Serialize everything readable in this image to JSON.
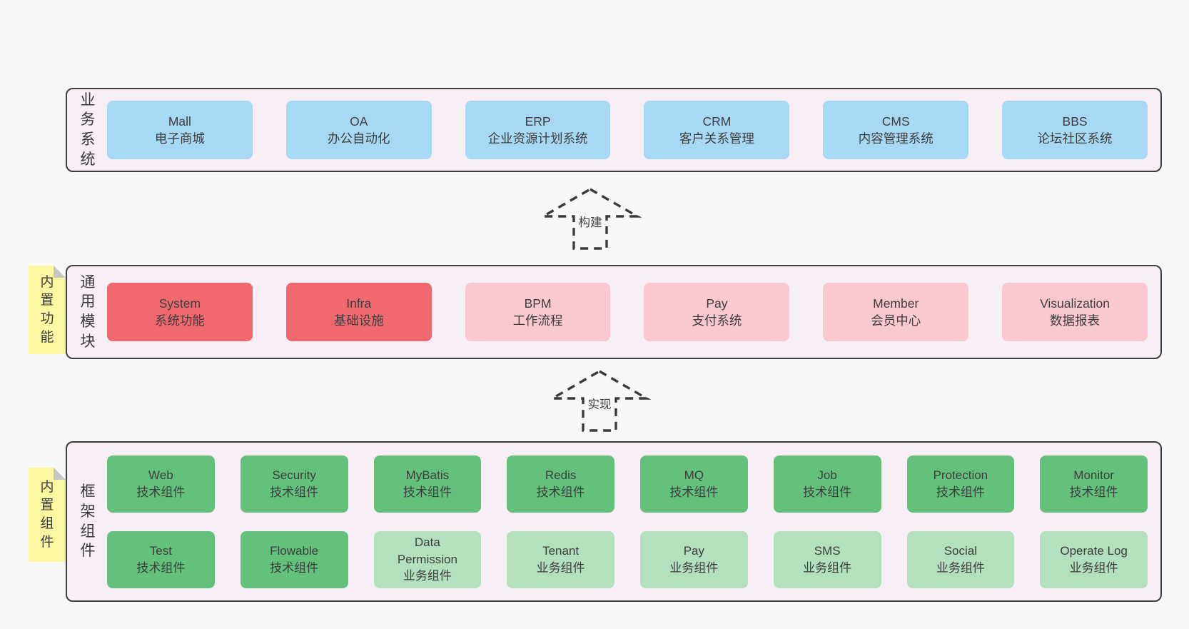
{
  "palette": {
    "page-bg": "#f8f8f8",
    "panel-bg": "#f8eef6",
    "panel-border": "#3d3d3d",
    "text": "#3d3d3d",
    "blue": "#a8d9f4",
    "red": "#f0696e",
    "pink": "#f9c8d1",
    "green": "#63c17b",
    "green-light": "#b4e1bd",
    "note-yellow": "#fbf8a1",
    "note-fold": "#c6c6c6",
    "arrow-line": "#3a3a3a"
  },
  "arrows": {
    "build": {
      "label": "构建"
    },
    "implement": {
      "label": "实现"
    }
  },
  "layers": {
    "business": {
      "label": "业务系统",
      "boxes": [
        {
          "title": "Mall",
          "subtitle": "电子商城",
          "variant": "blue"
        },
        {
          "title": "OA",
          "subtitle": "办公自动化",
          "variant": "blue"
        },
        {
          "title": "ERP",
          "subtitle": "企业资源计划系统",
          "variant": "blue"
        },
        {
          "title": "CRM",
          "subtitle": "客户关系管理",
          "variant": "blue"
        },
        {
          "title": "CMS",
          "subtitle": "内容管理系统",
          "variant": "blue"
        },
        {
          "title": "BBS",
          "subtitle": "论坛社区系统",
          "variant": "blue"
        }
      ]
    },
    "modules": {
      "label": "通用模块",
      "note": "内置功能",
      "boxes": [
        {
          "title": "System",
          "subtitle": "系统功能",
          "variant": "red"
        },
        {
          "title": "Infra",
          "subtitle": "基础设施",
          "variant": "red"
        },
        {
          "title": "BPM",
          "subtitle": "工作流程",
          "variant": "pink"
        },
        {
          "title": "Pay",
          "subtitle": "支付系统",
          "variant": "pink"
        },
        {
          "title": "Member",
          "subtitle": "会员中心",
          "variant": "pink"
        },
        {
          "title": "Visualization",
          "subtitle": "数据报表",
          "variant": "pink"
        }
      ]
    },
    "components": {
      "label": "框架组件",
      "note": "内置组件",
      "row1": [
        {
          "title": "Web",
          "subtitle": "技术组件",
          "variant": "green"
        },
        {
          "title": "Security",
          "subtitle": "技术组件",
          "variant": "green"
        },
        {
          "title": "MyBatis",
          "subtitle": "技术组件",
          "variant": "green"
        },
        {
          "title": "Redis",
          "subtitle": "技术组件",
          "variant": "green"
        },
        {
          "title": "MQ",
          "subtitle": "技术组件",
          "variant": "green"
        },
        {
          "title": "Job",
          "subtitle": "技术组件",
          "variant": "green"
        },
        {
          "title": "Protection",
          "subtitle": "技术组件",
          "variant": "green"
        },
        {
          "title": "Monitor",
          "subtitle": "技术组件",
          "variant": "green"
        }
      ],
      "row2": [
        {
          "title": "Test",
          "subtitle": "技术组件",
          "variant": "green"
        },
        {
          "title": "Flowable",
          "subtitle": "技术组件",
          "variant": "green"
        },
        {
          "title": "Data Permission",
          "subtitle": "业务组件",
          "variant": "green-light"
        },
        {
          "title": "Tenant",
          "subtitle": "业务组件",
          "variant": "green-light"
        },
        {
          "title": "Pay",
          "subtitle": "业务组件",
          "variant": "green-light"
        },
        {
          "title": "SMS",
          "subtitle": "业务组件",
          "variant": "green-light"
        },
        {
          "title": "Social",
          "subtitle": "业务组件",
          "variant": "green-light"
        },
        {
          "title": "Operate Log",
          "subtitle": "业务组件",
          "variant": "green-light"
        }
      ]
    }
  }
}
